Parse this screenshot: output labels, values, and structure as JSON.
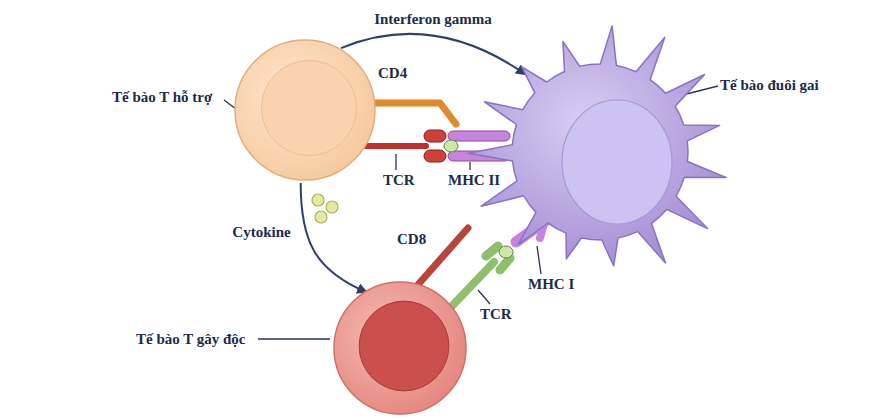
{
  "diagram": {
    "nodes": [
      {
        "text": [
          "Tế bào T hỗ trợ"
        ]
      },
      {
        "text": [
          "Tế bào đuôi gai"
        ]
      },
      {
        "text": [
          "Tế bào T gây độc"
        ]
      }
    ],
    "edges": [
      {
        "from": 0,
        "to": 1,
        "label": "Interferon gamma",
        "arrow": "to"
      },
      {
        "from": 0,
        "to": 2,
        "label": "Cytokine",
        "arrow": "to"
      }
    ],
    "labels": [
      "CD4",
      "TCR",
      "MHC II",
      "CD8",
      "MHC I",
      "TCR"
    ]
  }
}
